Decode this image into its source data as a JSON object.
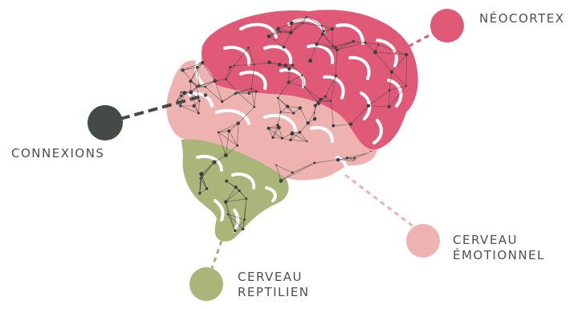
{
  "legend": {
    "neocortex": {
      "label": "NÉOCORTEX",
      "color": "#e05a78"
    },
    "connexions": {
      "label": "CONNEXIONS",
      "color": "#454a47"
    },
    "cerveau_emotionnel": {
      "label_line1": "CERVEAU",
      "label_line2": "ÉMOTIONNEL",
      "color": "#eeb3b1"
    },
    "cerveau_reptilien": {
      "label_line1": "CERVEAU",
      "label_line2": "REPTILIEN",
      "color": "#aab57a"
    }
  },
  "colors": {
    "neocortex_fill": "#e05a78",
    "emotional_fill": "#eeb3b1",
    "reptilian_fill": "#aab57a",
    "network": "#3c3f3d",
    "text": "#4f4f4f"
  }
}
